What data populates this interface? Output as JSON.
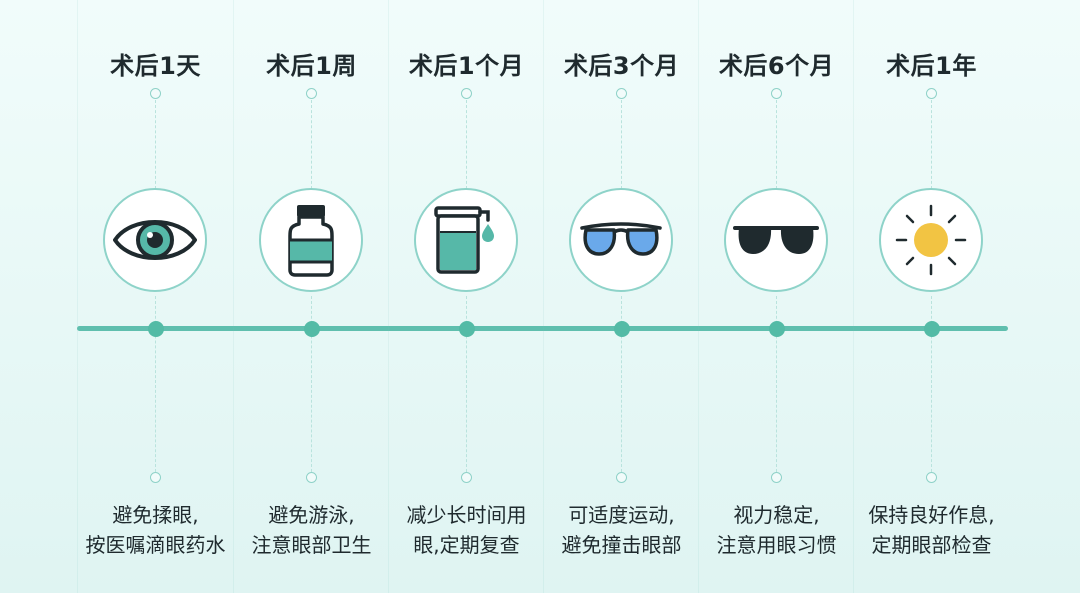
{
  "steps": [
    {
      "title": "术后1天",
      "icon": "eye-icon",
      "line1": "避免揉眼,",
      "line2": "按医嘱滴眼药水"
    },
    {
      "title": "术后1周",
      "icon": "medicine-bottle-icon",
      "line1": "避免游泳,",
      "line2": "注意眼部卫生"
    },
    {
      "title": "术后1个月",
      "icon": "eye-drop-container-icon",
      "line1": "减少长时间用",
      "line2": "眼,定期复查"
    },
    {
      "title": "术后3个月",
      "icon": "blue-glasses-icon",
      "line1": "可适度运动,",
      "line2": "避免撞击眼部"
    },
    {
      "title": "术后6个月",
      "icon": "sunglasses-icon",
      "line1": "视力稳定,",
      "line2": "注意用眼习惯"
    },
    {
      "title": "术后1年",
      "icon": "sun-icon",
      "line1": "保持良好作息,",
      "line2": "定期眼部检查"
    }
  ],
  "colors": {
    "accent": "#5fbfae",
    "node": "#53bba6",
    "ring": "#8ed3c9",
    "iconTeal": "#56b8a8",
    "lensBlue": "#6aa9ea",
    "sunYellow": "#f2c443",
    "text": "#1f2a2e"
  }
}
